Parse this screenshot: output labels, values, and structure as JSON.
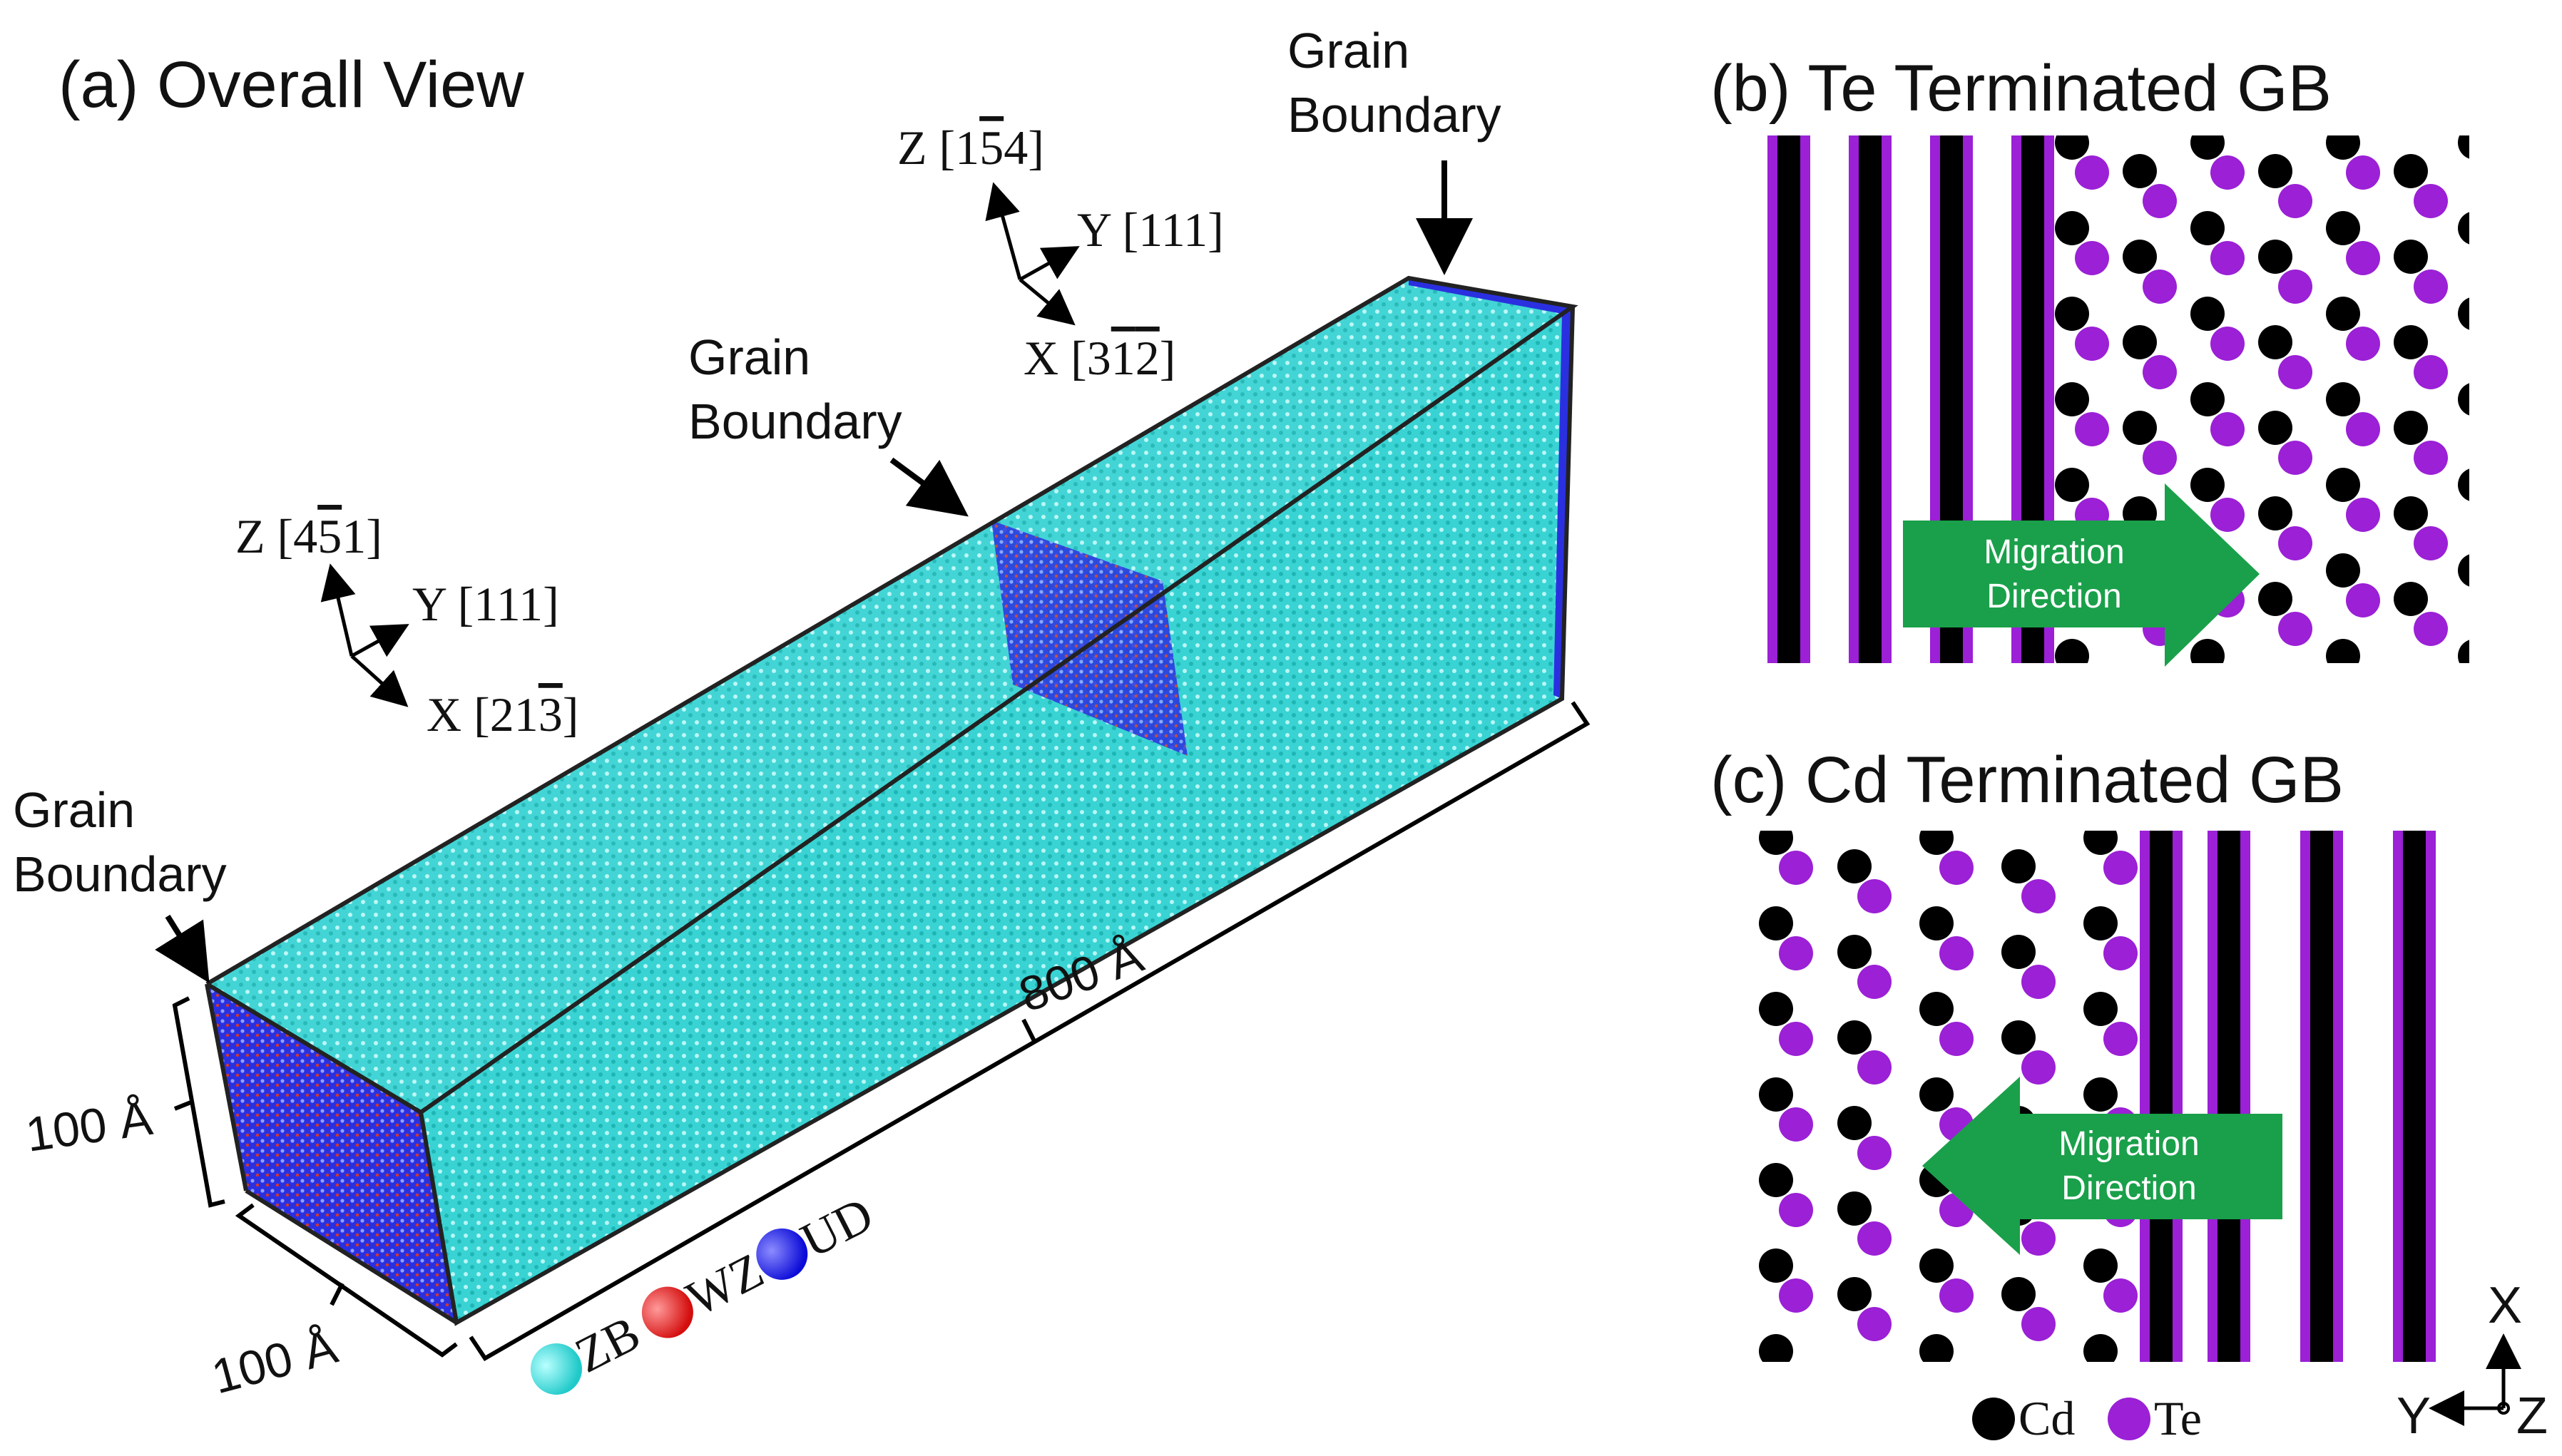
{
  "panel_a": {
    "title": "(a) Overall View",
    "grain_boundary_labels": [
      {
        "line1": "Grain",
        "line2": "Boundary"
      },
      {
        "line1": "Grain",
        "line2": "Boundary"
      },
      {
        "line1": "Grain",
        "line2": "Boundary"
      }
    ],
    "axes_left": {
      "z": "Z [4",
      "z_bar": "5",
      "z_end": "1]",
      "y": "Y [111]",
      "x": "X [21",
      "x_bar": "3",
      "x_end": "]"
    },
    "axes_right": {
      "z": "Z [1",
      "z_bar": "5",
      "z_end": "4]",
      "y": "Y [111]",
      "x": "X [3",
      "x_bar1": "1",
      "x_bar2": "2",
      "x_end": "]"
    },
    "dimensions": {
      "height": "100 Å",
      "width": "100 Å",
      "length": "800 Å"
    },
    "legend": [
      {
        "label": "ZB",
        "color": "#2ee6e6"
      },
      {
        "label": "WZ",
        "color": "#e61919"
      },
      {
        "label": "UD",
        "color": "#1a1aee"
      }
    ]
  },
  "panel_b": {
    "title": "(b) Te Terminated GB",
    "arrow_line1": "Migration",
    "arrow_line2": "Direction"
  },
  "panel_c": {
    "title": "(c) Cd Terminated GB",
    "arrow_line1": "Migration",
    "arrow_line2": "Direction"
  },
  "species_legend": [
    {
      "label": "Cd",
      "color": "#000000"
    },
    {
      "label": "Te",
      "color": "#9b20d6"
    }
  ],
  "frame_axes": {
    "x": "X",
    "y": "Y",
    "z": "Z"
  },
  "colors": {
    "zb": "#33d6d6",
    "ud": "#1a1aee",
    "arrow": "#1aa04a",
    "cd": "#000000",
    "te": "#9b20d6"
  }
}
